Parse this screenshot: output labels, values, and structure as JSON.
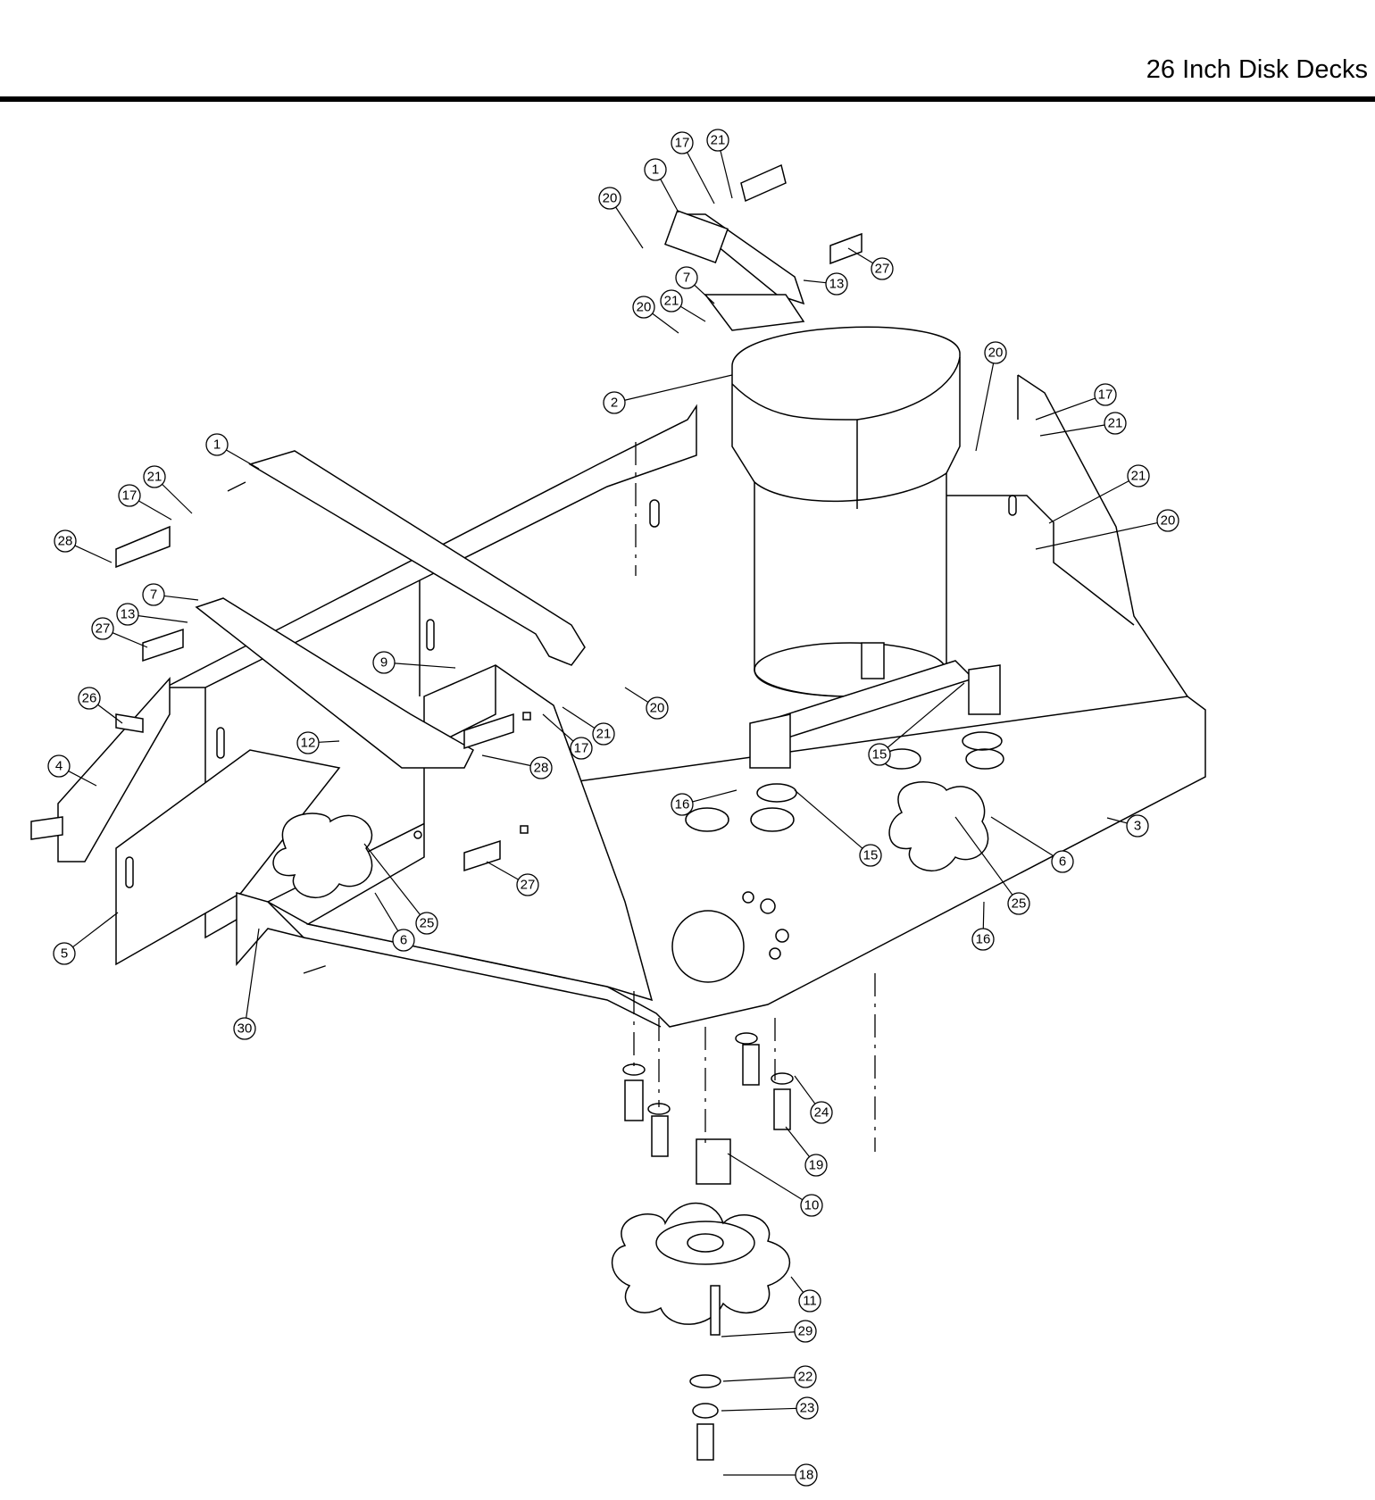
{
  "page": {
    "title": "26 Inch Disk Decks"
  },
  "callouts": [
    {
      "label": "17"
    },
    {
      "label": "21"
    },
    {
      "label": "1"
    },
    {
      "label": "20"
    },
    {
      "label": "27"
    },
    {
      "label": "13"
    },
    {
      "label": "7"
    },
    {
      "label": "21"
    },
    {
      "label": "20"
    },
    {
      "label": "2"
    },
    {
      "label": "20"
    },
    {
      "label": "17"
    },
    {
      "label": "21"
    },
    {
      "label": "21"
    },
    {
      "label": "20"
    },
    {
      "label": "1"
    },
    {
      "label": "21"
    },
    {
      "label": "17"
    },
    {
      "label": "28"
    },
    {
      "label": "7"
    },
    {
      "label": "13"
    },
    {
      "label": "27"
    },
    {
      "label": "9"
    },
    {
      "label": "20"
    },
    {
      "label": "26"
    },
    {
      "label": "12"
    },
    {
      "label": "21"
    },
    {
      "label": "17"
    },
    {
      "label": "28"
    },
    {
      "label": "4"
    },
    {
      "label": "15"
    },
    {
      "label": "16"
    },
    {
      "label": "15"
    },
    {
      "label": "3"
    },
    {
      "label": "6"
    },
    {
      "label": "25"
    },
    {
      "label": "16"
    },
    {
      "label": "27"
    },
    {
      "label": "25"
    },
    {
      "label": "6"
    },
    {
      "label": "5"
    },
    {
      "label": "30"
    },
    {
      "label": "24"
    },
    {
      "label": "19"
    },
    {
      "label": "10"
    },
    {
      "label": "11"
    },
    {
      "label": "29"
    },
    {
      "label": "22"
    },
    {
      "label": "23"
    },
    {
      "label": "18"
    }
  ]
}
